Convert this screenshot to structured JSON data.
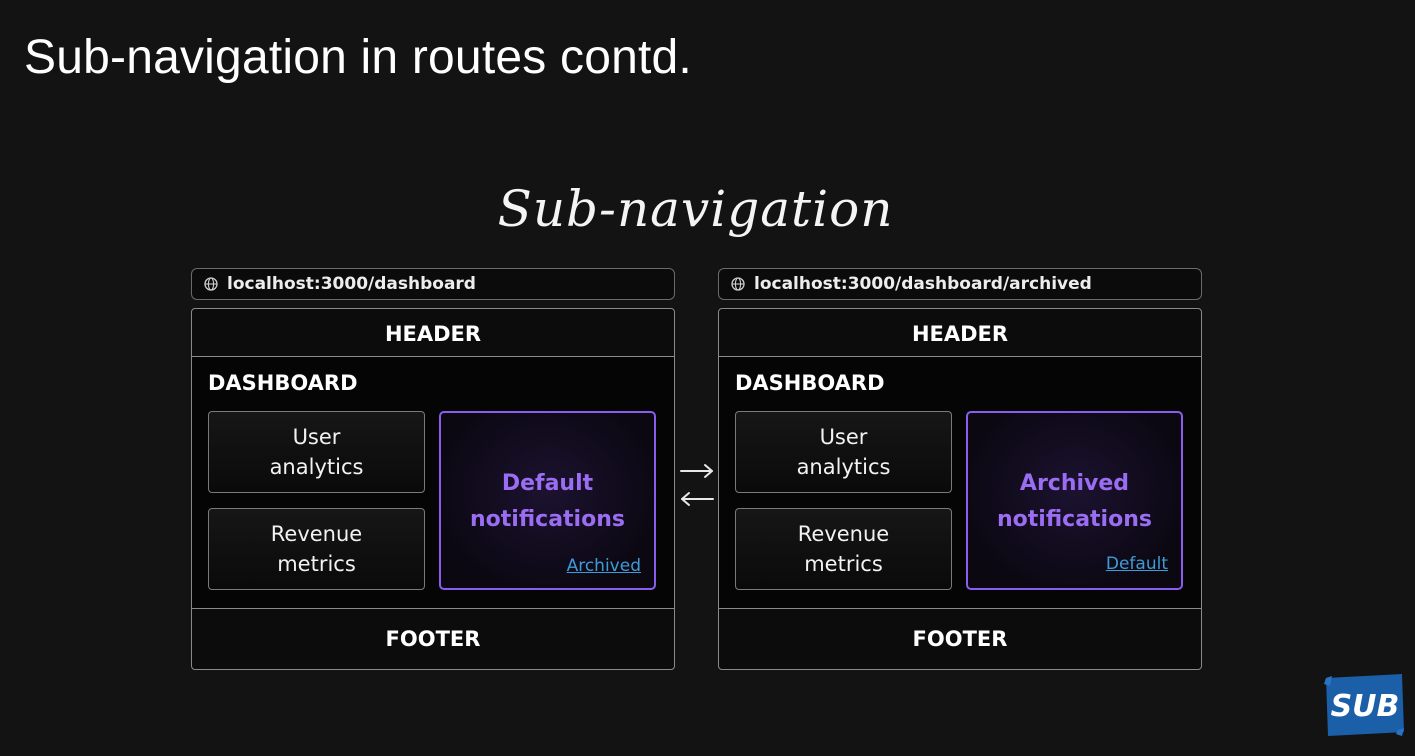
{
  "slide": {
    "title": "Sub-navigation in routes contd."
  },
  "diagram": {
    "title": "Sub-navigation",
    "left": {
      "url": "localhost:3000/dashboard",
      "header": "HEADER",
      "dashboard_title": "DASHBOARD",
      "card1": [
        "User",
        "analytics"
      ],
      "card2": [
        "Revenue",
        "metrics"
      ],
      "notif": [
        "Default",
        "notifications"
      ],
      "notif_link": "Archived",
      "footer": "FOOTER"
    },
    "right": {
      "url": "localhost:3000/dashboard/archived",
      "header": "HEADER",
      "dashboard_title": "DASHBOARD",
      "card1": [
        "User",
        "analytics"
      ],
      "card2": [
        "Revenue",
        "metrics"
      ],
      "notif": [
        "Archived",
        "notifications"
      ],
      "notif_link": "Default",
      "footer": "FOOTER"
    }
  },
  "logo": {
    "text": "SUB"
  },
  "colors": {
    "accent_purple": "#9b6df2",
    "link_blue": "#3f9bd8",
    "logo_blue": "#1a5fa8"
  },
  "icons": {
    "url_icon": "globe-icon",
    "nav_arrows": "bidirectional-arrows-icon"
  }
}
